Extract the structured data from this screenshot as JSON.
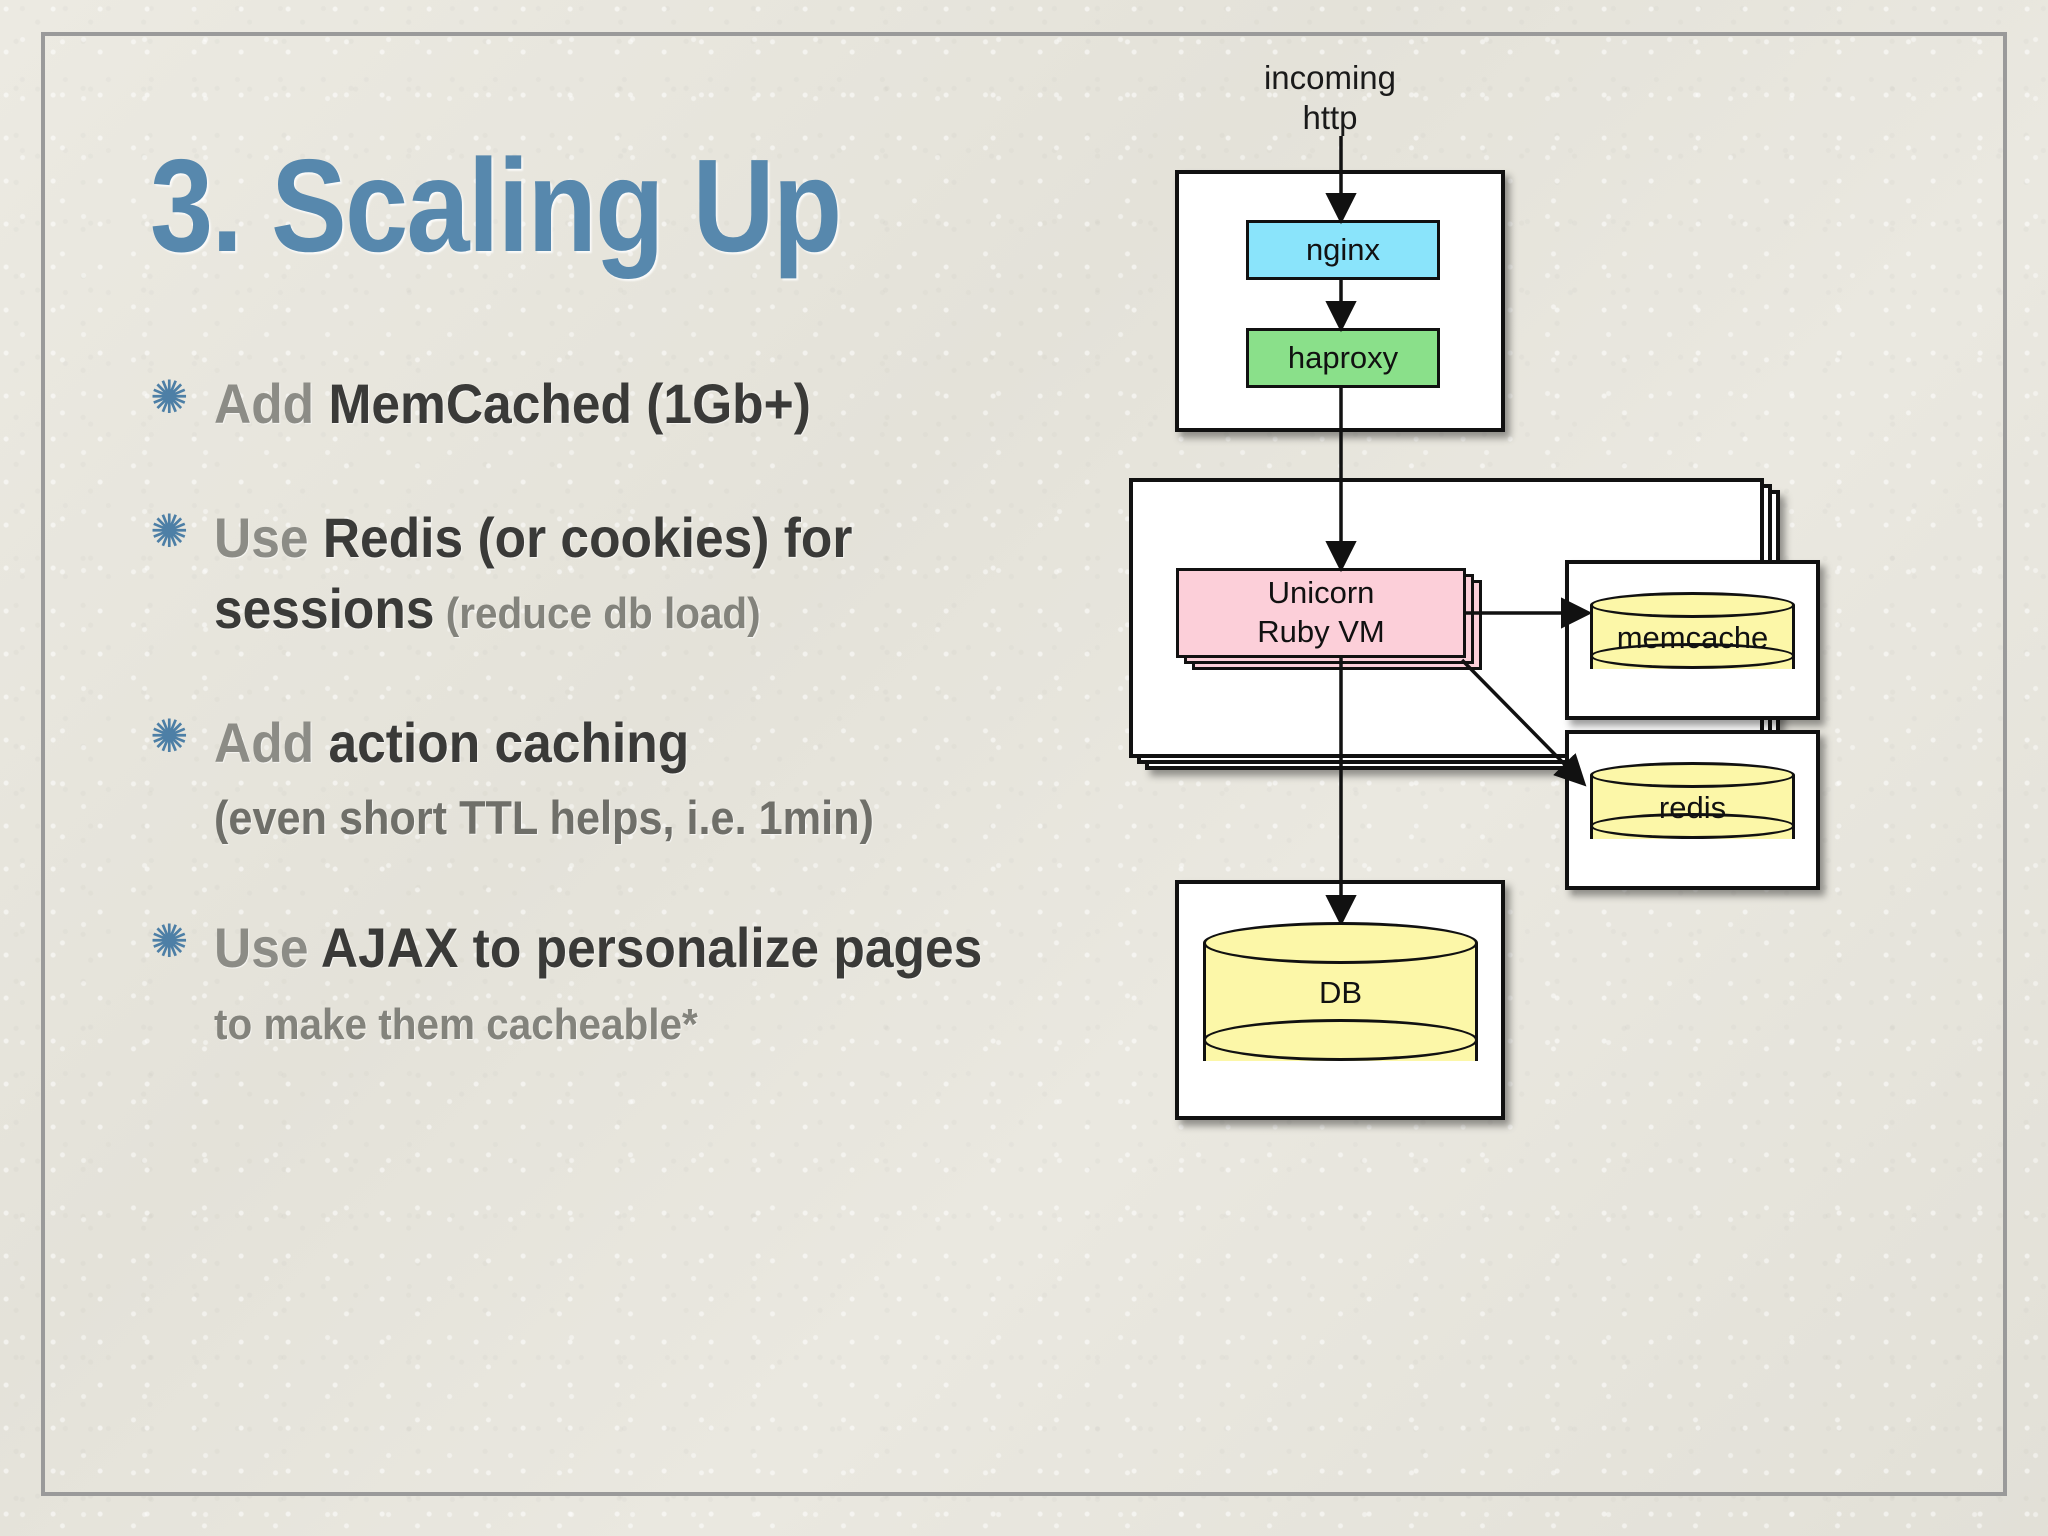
{
  "slide": {
    "title": "3. Scaling Up",
    "accent_color": "#5788ad",
    "background_color": "#e6e4dc",
    "frame_color": "#9a9a9a",
    "bullet_icon": "✺",
    "bullet_icon_name": "starburst-bullet-icon"
  },
  "bullets": [
    {
      "lead": "Add ",
      "strong": "MemCached (1Gb+)",
      "note": "",
      "note_block": ""
    },
    {
      "lead": "Use ",
      "strong": "Redis (or cookies) for sessions",
      "note": " (reduce db load)",
      "note_block": ""
    },
    {
      "lead": "Add ",
      "strong": "action caching",
      "note": "",
      "note_block": "(even short TTL helps, i.e. 1min)"
    },
    {
      "lead": "Use ",
      "strong": "AJAX to personalize pages",
      "note": " to make them cacheable*",
      "note_block": ""
    }
  ],
  "diagram": {
    "incoming_label": "incoming\nhttp",
    "nodes": {
      "nginx": {
        "label": "nginx",
        "color": "#8ae4fb"
      },
      "haproxy": {
        "label": "haproxy",
        "color": "#8ae08a"
      },
      "unicorn": {
        "label": "Unicorn\nRuby VM",
        "color": "#fccfd9"
      },
      "memcache": {
        "label": "memcache",
        "color": "#fcf7a8"
      },
      "redis": {
        "label": "redis",
        "color": "#fcf7a8"
      },
      "db": {
        "label": "DB",
        "color": "#fcf7a8"
      }
    }
  }
}
